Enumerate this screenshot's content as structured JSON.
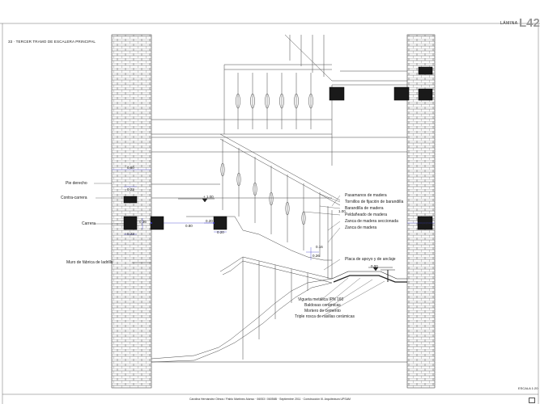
{
  "sheet": {
    "tag": "LÁMINA",
    "number": "L42",
    "section_title": "33 · TERCER TRAMO DE ESCALERA PRINCIPAL",
    "scale": "ESCALA 1:20",
    "footer": "Carolina Hernández Olmos / Pablo Martínez Alonso · 06053 / 06056B · Septiembre 2011 · Construcción III. Arquitectura UPSAM"
  },
  "labels_left": [
    "Pie derecho",
    "Contra-carrera",
    "Carrera",
    "Muro de fábrica de ladrillo"
  ],
  "labels_right": [
    "Pasamanos de madera",
    "Tornillos de fijación de barandilla",
    "Barandilla de madera",
    "Peldañeado de madera",
    "Zanca de madera seccionada",
    "Zanca de madera",
    "Placa de apoyo y de anclaje"
  ],
  "labels_bottom": [
    "Vigueta metálica IPN 160",
    "Baldosas cerámicas",
    "Mortero de cemento",
    "Triple rosca de rasillas cerámicas"
  ],
  "dimensions": [
    "0.60",
    "0.22",
    "0.36",
    "0.22",
    "0.80",
    "0.20",
    "0.20",
    "+ 1.00",
    "1.00",
    "0.16",
    "0.26",
    "0.00",
    "0.68"
  ],
  "colors": {
    "dimension": "#3a3acc",
    "beam": "#1a1a1a",
    "line": "#444444"
  }
}
